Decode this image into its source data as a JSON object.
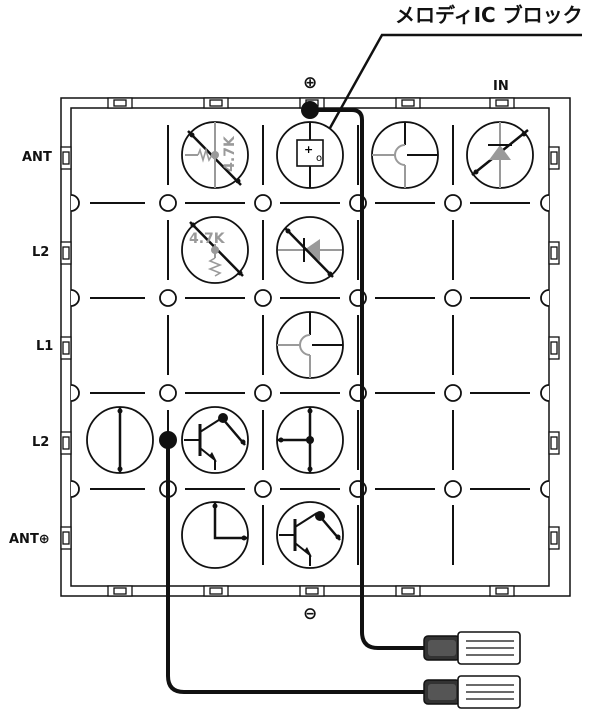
{
  "labels": {
    "title": "メロディIC ブロック",
    "plus": "⊕",
    "minus": "⊖",
    "in": "IN",
    "ant_top": "ANT",
    "l2_top": "L2",
    "l1": "L1",
    "l2_bottom": "L2",
    "ant_bottom": "ANT⊕"
  },
  "components": {
    "resistor_top_value": "4.7K",
    "resistor_mid_value": "4.7K",
    "melody_ic_symbol_plus": "+",
    "melody_ic_symbol_o": "o"
  },
  "colors": {
    "line": "#111111",
    "gray": "#9a9a9a",
    "background": "#ffffff"
  }
}
